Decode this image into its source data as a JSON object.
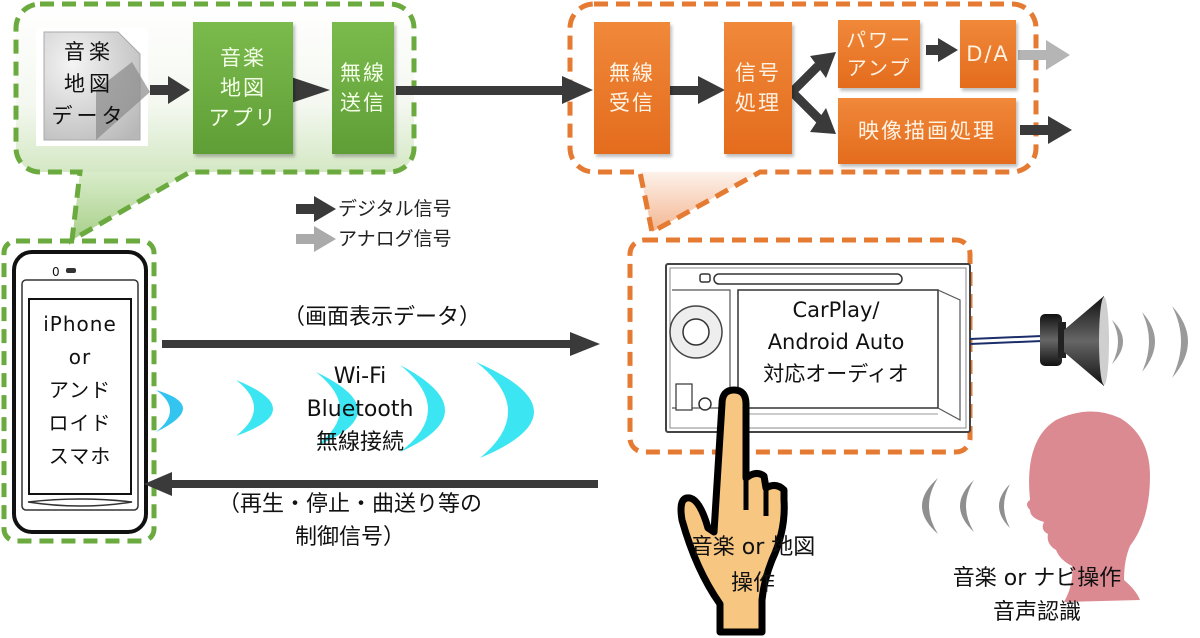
{
  "phone_pipeline": {
    "source": "音楽\n地図\nデータ",
    "app": "音楽\n地図\nアプリ",
    "tx": "無線\n送信"
  },
  "audio_pipeline": {
    "rx": "無線\n受信",
    "signal_proc": "信号\n処理",
    "power_amp": "パワー\nアンプ",
    "dac": "D/A",
    "video": "映像描画処理"
  },
  "legend": {
    "digital": "デジタル信号",
    "analog": "アナログ信号"
  },
  "phone": {
    "label": "iPhone\nor\nアンド\nロイド\nスマホ"
  },
  "connection": {
    "downlink": "（画面表示データ）",
    "wireless": "Wi-Fi\nBluetooth\n無線接続",
    "uplink": "（再生・停止・曲送り等の\n制御信号）"
  },
  "head_unit": {
    "screen": "CarPlay/\nAndroid Auto\n対応オーディオ"
  },
  "touch_op": "音楽 or 地図\n操作",
  "voice_op": "音楽 or ナビ操作\n音声認識",
  "colors": {
    "green": "#6aac3e",
    "green_dash": "#6aaa3e",
    "orange": "#e8742a",
    "orange_dash": "#e57a32",
    "digital_arrow": "#3a3a3a",
    "analog_arrow": "#b5b5b5",
    "wave": "#3be6f2",
    "head": "#dc8a92",
    "finger": "#f7c681"
  }
}
